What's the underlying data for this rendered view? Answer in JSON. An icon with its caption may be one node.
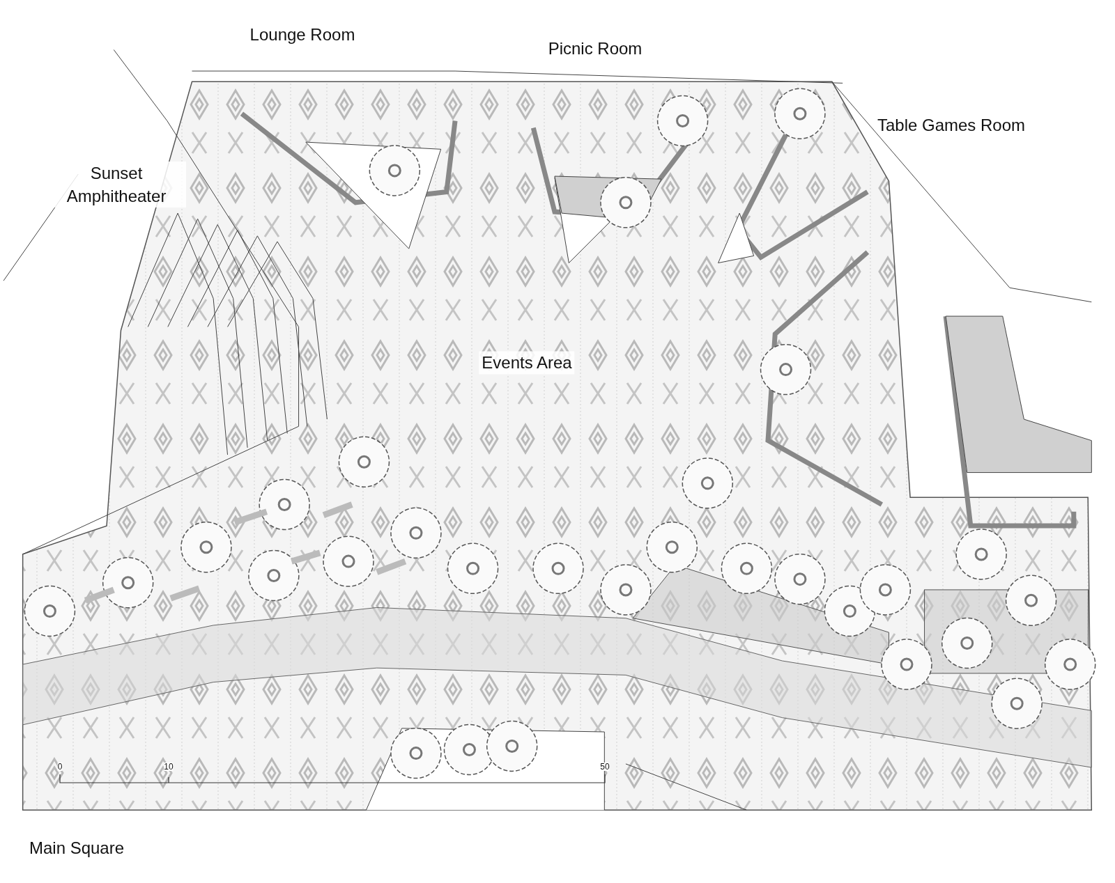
{
  "diagram": {
    "labels": [
      "Lounge Room",
      "Picnic Room",
      "Table Games Room",
      "Sunset Amphitheater",
      "Events Area",
      "0",
      "10",
      "50",
      "Main Square"
    ]
  }
}
